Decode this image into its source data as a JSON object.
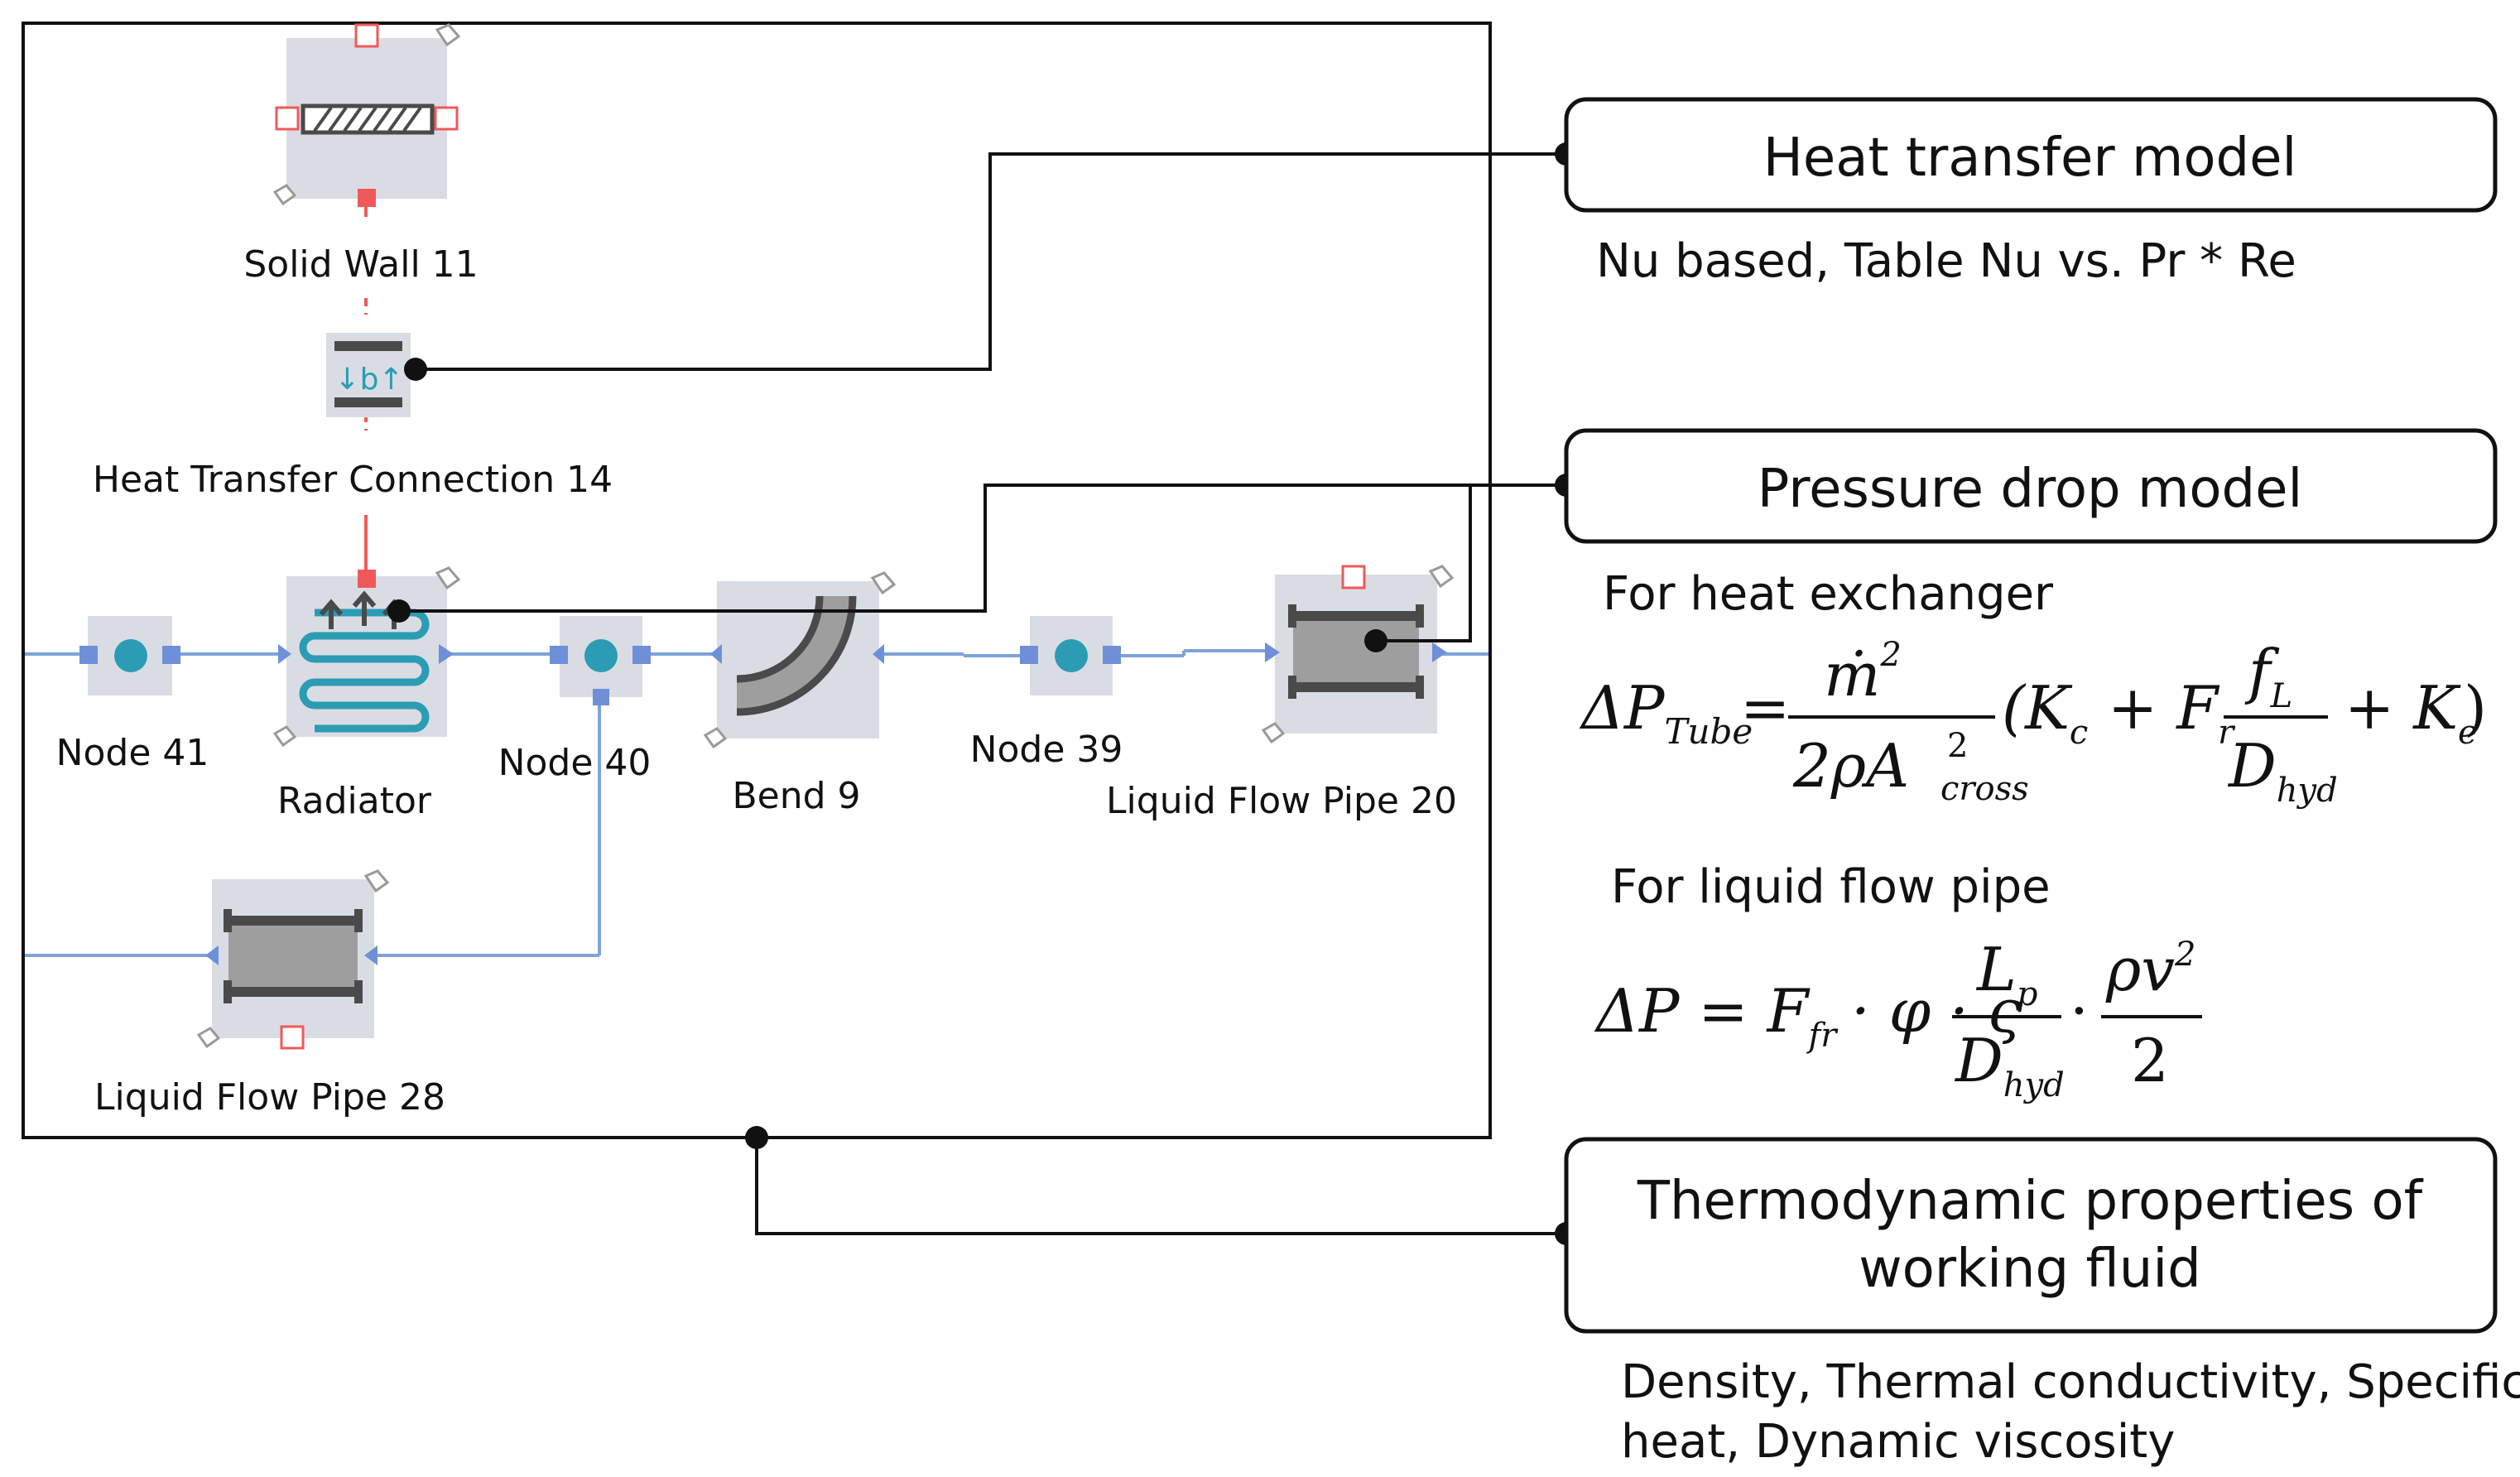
{
  "components": {
    "solid_wall": "Solid Wall 11",
    "heat_transfer_connection": "Heat Transfer Connection 14",
    "node_41": "Node 41",
    "radiator": "Radiator",
    "node_40": "Node 40",
    "bend": "Bend 9",
    "node_39": "Node 39",
    "liquid_flow_pipe_20": "Liquid Flow Pipe 20",
    "liquid_flow_pipe_28": "Liquid Flow Pipe 28",
    "htc_icon_text": "↓b↑"
  },
  "callouts": {
    "heat_transfer": {
      "title": "Heat transfer model",
      "note": "Nu based, Table Nu vs. Pr * Re"
    },
    "pressure_drop": {
      "title": "Pressure drop model",
      "heat_exchanger_label": "For heat exchanger",
      "liquid_pipe_label": "For liquid flow pipe"
    },
    "thermo": {
      "title_line1": "Thermodynamic properties of",
      "title_line2": "working fluid",
      "note_line1": "Density, Thermal conductivity, Specific",
      "note_line2": "heat, Dynamic viscosity"
    }
  },
  "equations": {
    "tube": {
      "lhs": "ΔP",
      "lhs_sub": "Tube",
      "equals": "=",
      "num_base": "ṁ",
      "num_sup": "2",
      "den_coef": "2ρA",
      "den_sup": "2",
      "den_sub": "cross",
      "open_paren": "(K",
      "kc_sub": "c",
      "plus_f": "+ F",
      "fr_sub": "r",
      "fl_num": "f",
      "fl_sub": "L",
      "dhyd": "D",
      "dhyd_sub": "hyd",
      "plus_k": "+ K",
      "ke_sub": "e",
      "close_paren": ")"
    },
    "pipe": {
      "lhs": "ΔP = F",
      "ffr_sub": "fr",
      "mid": "· φ · ς",
      "lp": "L",
      "lp_sub": "p",
      "dhyd": "D",
      "dhyd_sub": "hyd",
      "dot": "·",
      "rho_v": "ρv",
      "v_sup": "2",
      "two": "2"
    }
  },
  "colors": {
    "pipe_line": "#7ea3da",
    "port_blue": "#6f8fd8",
    "heat_line": "#f0595a",
    "node_fill": "#2b9cb4",
    "component_bg": "#d9dde3",
    "pipe_body": "#9e9e9e",
    "pipe_edge": "#4a4a4a"
  }
}
